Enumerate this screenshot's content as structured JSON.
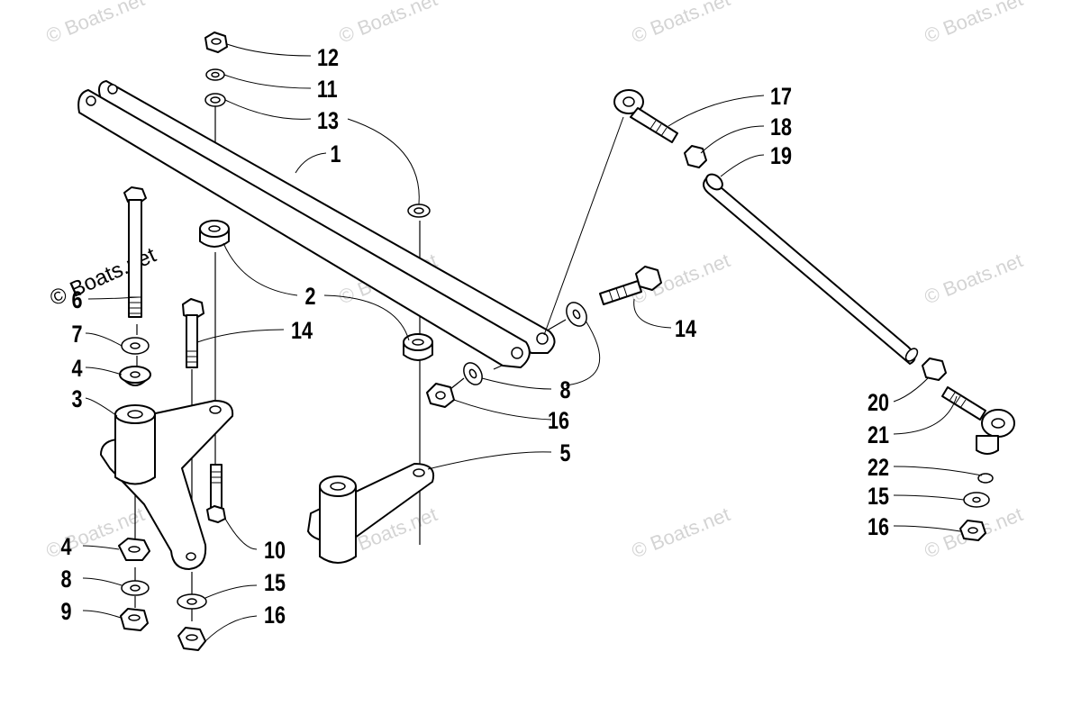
{
  "watermark": {
    "text": "© Boats.net",
    "color": "#d4d4d4"
  },
  "callouts": [
    {
      "id": "c1",
      "label": "1"
    },
    {
      "id": "c2",
      "label": "2"
    },
    {
      "id": "c3",
      "label": "3"
    },
    {
      "id": "c4a",
      "label": "4"
    },
    {
      "id": "c4b",
      "label": "4"
    },
    {
      "id": "c5",
      "label": "5"
    },
    {
      "id": "c6",
      "label": "6"
    },
    {
      "id": "c7",
      "label": "7"
    },
    {
      "id": "c8a",
      "label": "8"
    },
    {
      "id": "c8b",
      "label": "8"
    },
    {
      "id": "c9",
      "label": "9"
    },
    {
      "id": "c10",
      "label": "10"
    },
    {
      "id": "c11",
      "label": "11"
    },
    {
      "id": "c12",
      "label": "12"
    },
    {
      "id": "c13",
      "label": "13"
    },
    {
      "id": "c14a",
      "label": "14"
    },
    {
      "id": "c14b",
      "label": "14"
    },
    {
      "id": "c15a",
      "label": "15"
    },
    {
      "id": "c15b",
      "label": "15"
    },
    {
      "id": "c16a",
      "label": "16"
    },
    {
      "id": "c16b",
      "label": "16"
    },
    {
      "id": "c16c",
      "label": "16"
    },
    {
      "id": "c17",
      "label": "17"
    },
    {
      "id": "c18",
      "label": "18"
    },
    {
      "id": "c19",
      "label": "19"
    },
    {
      "id": "c20",
      "label": "20"
    },
    {
      "id": "c21",
      "label": "21"
    },
    {
      "id": "c22",
      "label": "22"
    }
  ]
}
